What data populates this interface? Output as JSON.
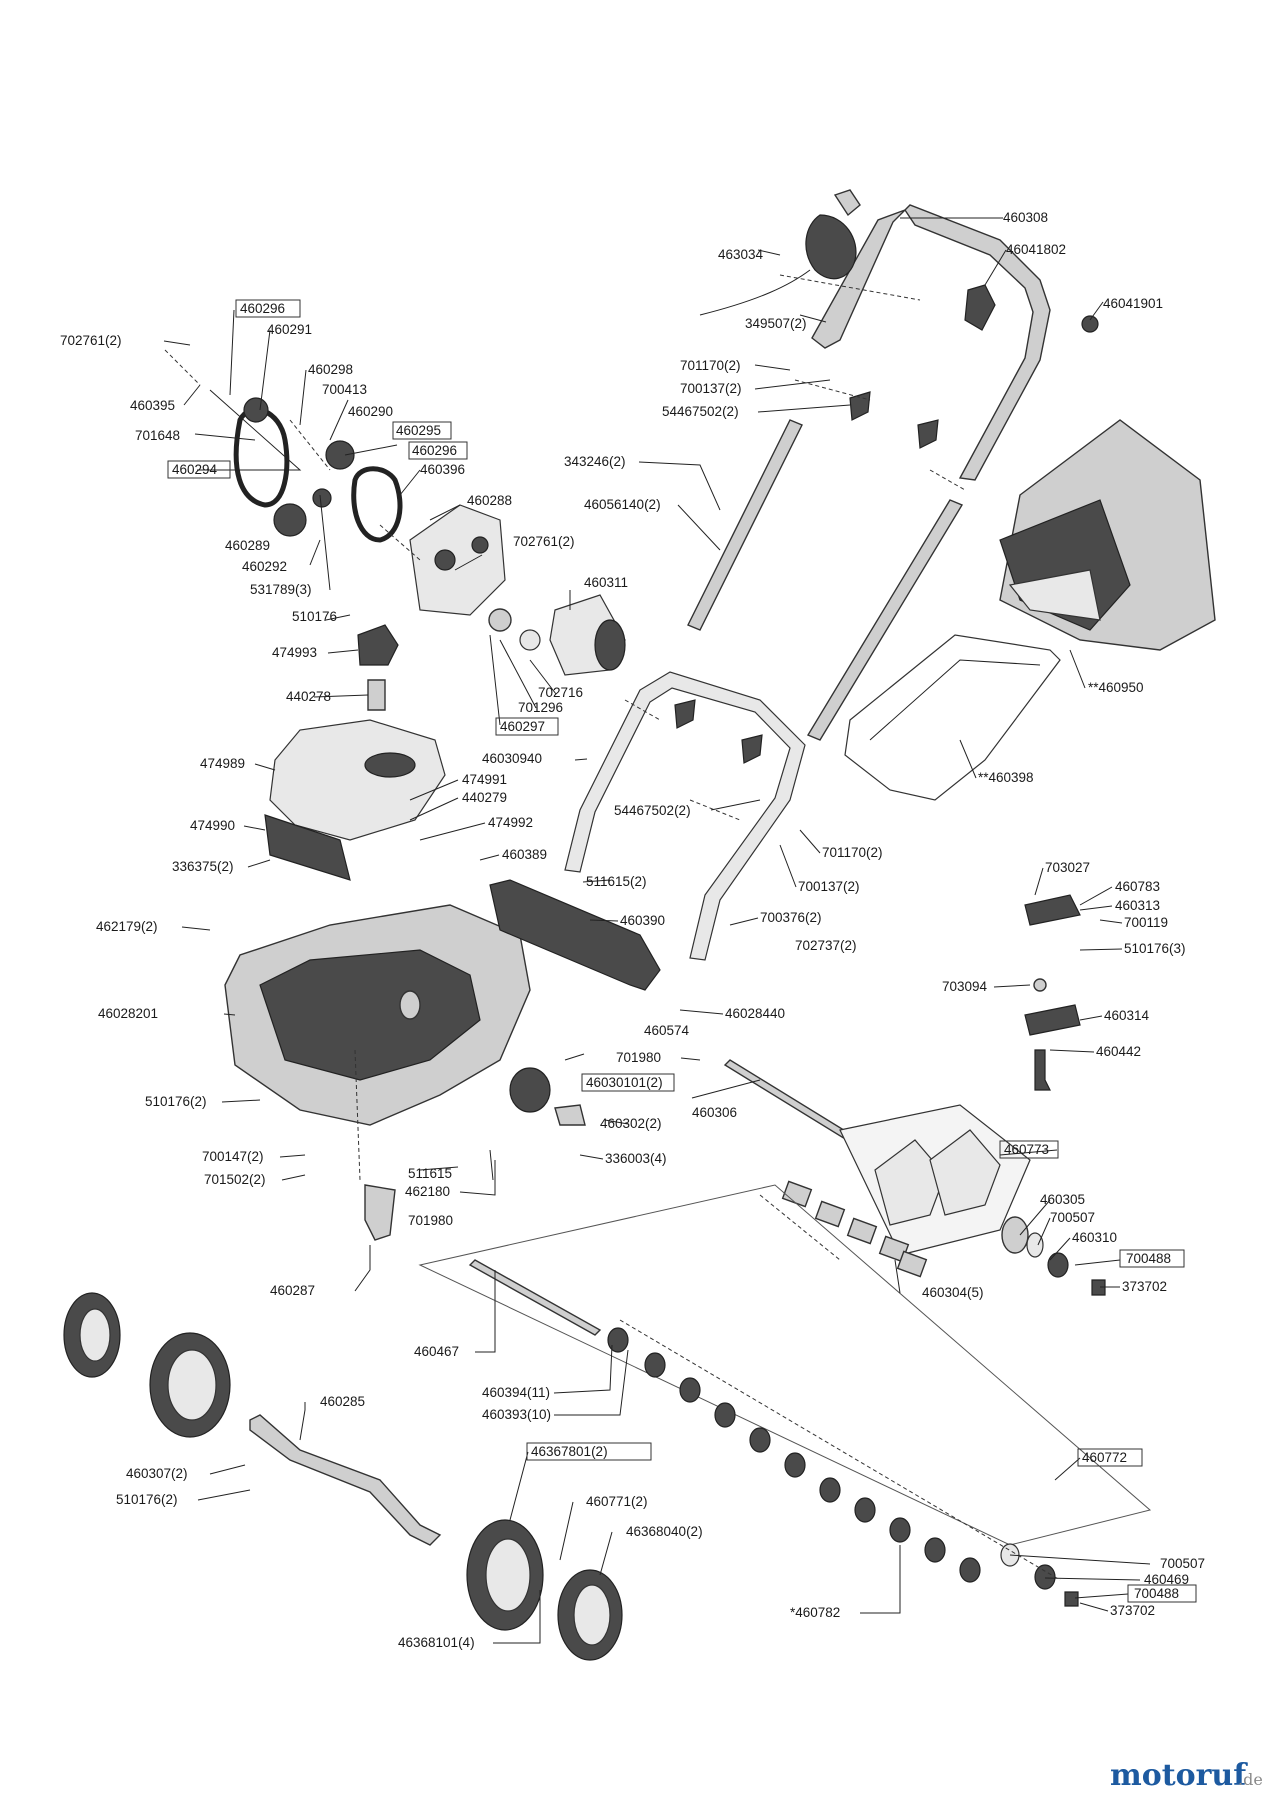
{
  "watermark": {
    "text_main": "motoruf",
    "text_suffix": ".de",
    "colors": {
      "primary": "#1d5aa0",
      "secondary": "#8a8a8a"
    }
  },
  "labels": [
    {
      "id": "l001",
      "text": "460308"
    },
    {
      "id": "l002",
      "text": "463034"
    },
    {
      "id": "l003",
      "text": "46041802"
    },
    {
      "id": "l004",
      "text": "46041901"
    },
    {
      "id": "l005",
      "text": "349507(2)"
    },
    {
      "id": "l006",
      "text": "701170(2)"
    },
    {
      "id": "l007",
      "text": "700137(2)"
    },
    {
      "id": "l008",
      "text": "54467502(2)"
    },
    {
      "id": "l009",
      "text": "343246(2)"
    },
    {
      "id": "l010",
      "text": "46056140(2)"
    },
    {
      "id": "l011",
      "text": "460296",
      "boxed": true
    },
    {
      "id": "l012",
      "text": "460291"
    },
    {
      "id": "l013",
      "text": "702761(2)"
    },
    {
      "id": "l014",
      "text": "460298"
    },
    {
      "id": "l015",
      "text": "700413"
    },
    {
      "id": "l016",
      "text": "460395"
    },
    {
      "id": "l017",
      "text": "460290"
    },
    {
      "id": "l018",
      "text": "701648"
    },
    {
      "id": "l019",
      "text": "460295",
      "boxed": true
    },
    {
      "id": "l020",
      "text": "460296",
      "boxed": true
    },
    {
      "id": "l021",
      "text": "460294",
      "boxed": true
    },
    {
      "id": "l022",
      "text": "460396"
    },
    {
      "id": "l023",
      "text": "460288"
    },
    {
      "id": "l024",
      "text": "460289"
    },
    {
      "id": "l025",
      "text": "702761(2)"
    },
    {
      "id": "l026",
      "text": "460292"
    },
    {
      "id": "l027",
      "text": "531789(3)"
    },
    {
      "id": "l028",
      "text": "460311"
    },
    {
      "id": "l029",
      "text": "510176"
    },
    {
      "id": "l030",
      "text": "474993"
    },
    {
      "id": "l031",
      "text": "440278"
    },
    {
      "id": "l032",
      "text": "702716"
    },
    {
      "id": "l033",
      "text": "701296"
    },
    {
      "id": "l034",
      "text": "460297",
      "boxed": true
    },
    {
      "id": "l035",
      "text": "**460950"
    },
    {
      "id": "l036",
      "text": "46030940"
    },
    {
      "id": "l037",
      "text": "**460398"
    },
    {
      "id": "l038",
      "text": "474989"
    },
    {
      "id": "l039",
      "text": "474991"
    },
    {
      "id": "l040",
      "text": "440279"
    },
    {
      "id": "l041",
      "text": "54467502(2)"
    },
    {
      "id": "l042",
      "text": "474990"
    },
    {
      "id": "l043",
      "text": "474992"
    },
    {
      "id": "l044",
      "text": "460389"
    },
    {
      "id": "l045",
      "text": "701170(2)"
    },
    {
      "id": "l046",
      "text": "336375(2)"
    },
    {
      "id": "l047",
      "text": "511615(2)"
    },
    {
      "id": "l048",
      "text": "700137(2)"
    },
    {
      "id": "l049",
      "text": "703027"
    },
    {
      "id": "l050",
      "text": "460783"
    },
    {
      "id": "l051",
      "text": "460313"
    },
    {
      "id": "l052",
      "text": "700119"
    },
    {
      "id": "l053",
      "text": "462179(2)"
    },
    {
      "id": "l054",
      "text": "460390"
    },
    {
      "id": "l055",
      "text": "700376(2)"
    },
    {
      "id": "l056",
      "text": "702737(2)"
    },
    {
      "id": "l057",
      "text": "510176(3)"
    },
    {
      "id": "l058",
      "text": "703094"
    },
    {
      "id": "l059",
      "text": "46028201"
    },
    {
      "id": "l060",
      "text": "46028440"
    },
    {
      "id": "l061",
      "text": "460574"
    },
    {
      "id": "l062",
      "text": "460314"
    },
    {
      "id": "l063",
      "text": "460442"
    },
    {
      "id": "l064",
      "text": "701980"
    },
    {
      "id": "l065",
      "text": "46030101(2)",
      "boxed": true
    },
    {
      "id": "l066",
      "text": "510176(2)"
    },
    {
      "id": "l067",
      "text": "460306"
    },
    {
      "id": "l068",
      "text": "460302(2)"
    },
    {
      "id": "l069",
      "text": "336003(4)"
    },
    {
      "id": "l070",
      "text": "700147(2)"
    },
    {
      "id": "l071",
      "text": "701502(2)"
    },
    {
      "id": "l072",
      "text": "511615"
    },
    {
      "id": "l073",
      "text": "462180"
    },
    {
      "id": "l074",
      "text": "460773",
      "boxed": true
    },
    {
      "id": "l075",
      "text": "460305"
    },
    {
      "id": "l076",
      "text": "700507"
    },
    {
      "id": "l077",
      "text": "701980"
    },
    {
      "id": "l078",
      "text": "460310"
    },
    {
      "id": "l079",
      "text": "700488",
      "boxed": true
    },
    {
      "id": "l080",
      "text": "373702"
    },
    {
      "id": "l081",
      "text": "460287"
    },
    {
      "id": "l082",
      "text": "460304(5)"
    },
    {
      "id": "l083",
      "text": "460467"
    },
    {
      "id": "l084",
      "text": "460394(11)"
    },
    {
      "id": "l085",
      "text": "460393(10)"
    },
    {
      "id": "l086",
      "text": "460285"
    },
    {
      "id": "l087",
      "text": "46367801(2)",
      "boxed": true
    },
    {
      "id": "l088",
      "text": "460772",
      "boxed": true
    },
    {
      "id": "l089",
      "text": "460307(2)"
    },
    {
      "id": "l090",
      "text": "510176(2)"
    },
    {
      "id": "l091",
      "text": "460771(2)"
    },
    {
      "id": "l092",
      "text": "46368040(2)"
    },
    {
      "id": "l093",
      "text": "700507"
    },
    {
      "id": "l094",
      "text": "460469"
    },
    {
      "id": "l095",
      "text": "700488",
      "boxed": true
    },
    {
      "id": "l096",
      "text": "*460782"
    },
    {
      "id": "l097",
      "text": "373702"
    },
    {
      "id": "l098",
      "text": "46368101(4)"
    }
  ]
}
